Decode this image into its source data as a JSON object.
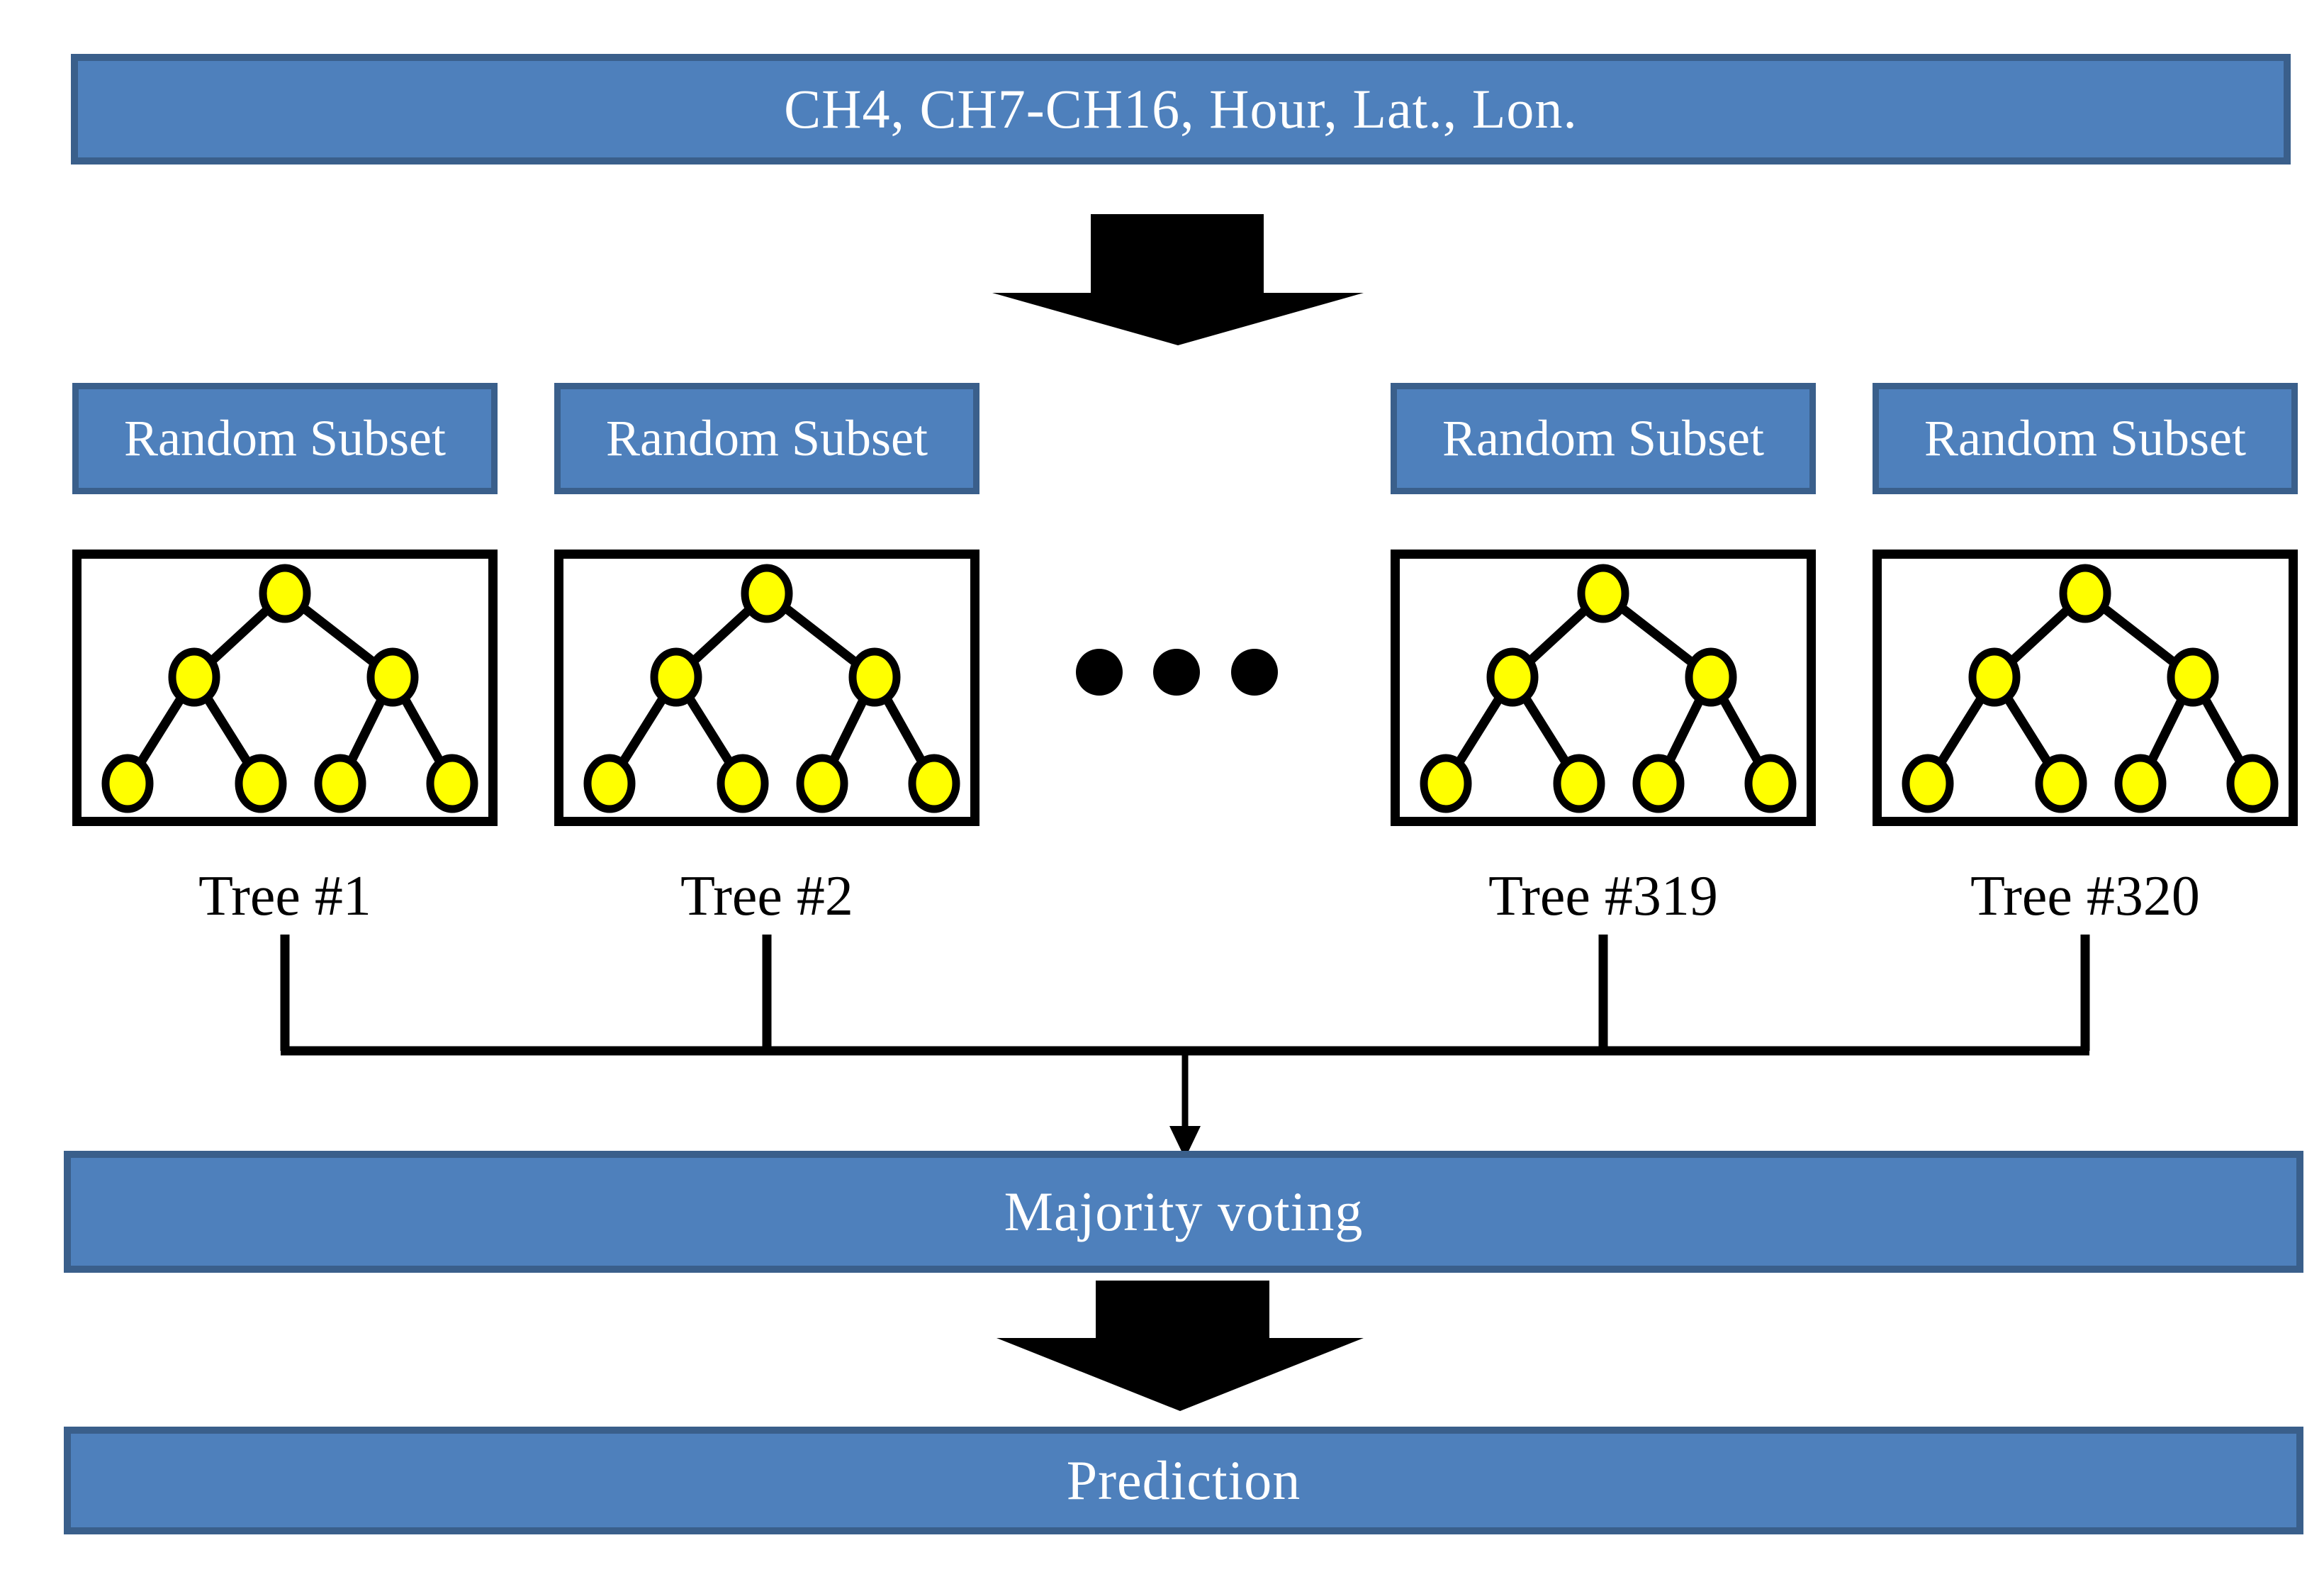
{
  "colors": {
    "banner_fill": "#4E80BC",
    "banner_border": "#3A5F8B",
    "tree_node_fill": "#FFFF00",
    "line_color": "#000000",
    "banner_text_color": "#FFFFFF",
    "label_text_color": "#000000"
  },
  "input_banner": {
    "label": "CH4, CH7-CH16, Hour, Lat., Lon."
  },
  "columns": [
    {
      "subset_label": "Random Subset",
      "tree_label": "Tree #1"
    },
    {
      "subset_label": "Random Subset",
      "tree_label": "Tree #2"
    },
    {
      "subset_label": "Random Subset",
      "tree_label": "Tree #319"
    },
    {
      "subset_label": "Random Subset",
      "tree_label": "Tree #320"
    }
  ],
  "aggregation_banner": {
    "label": "Majority voting"
  },
  "output_banner": {
    "label": "Prediction"
  }
}
